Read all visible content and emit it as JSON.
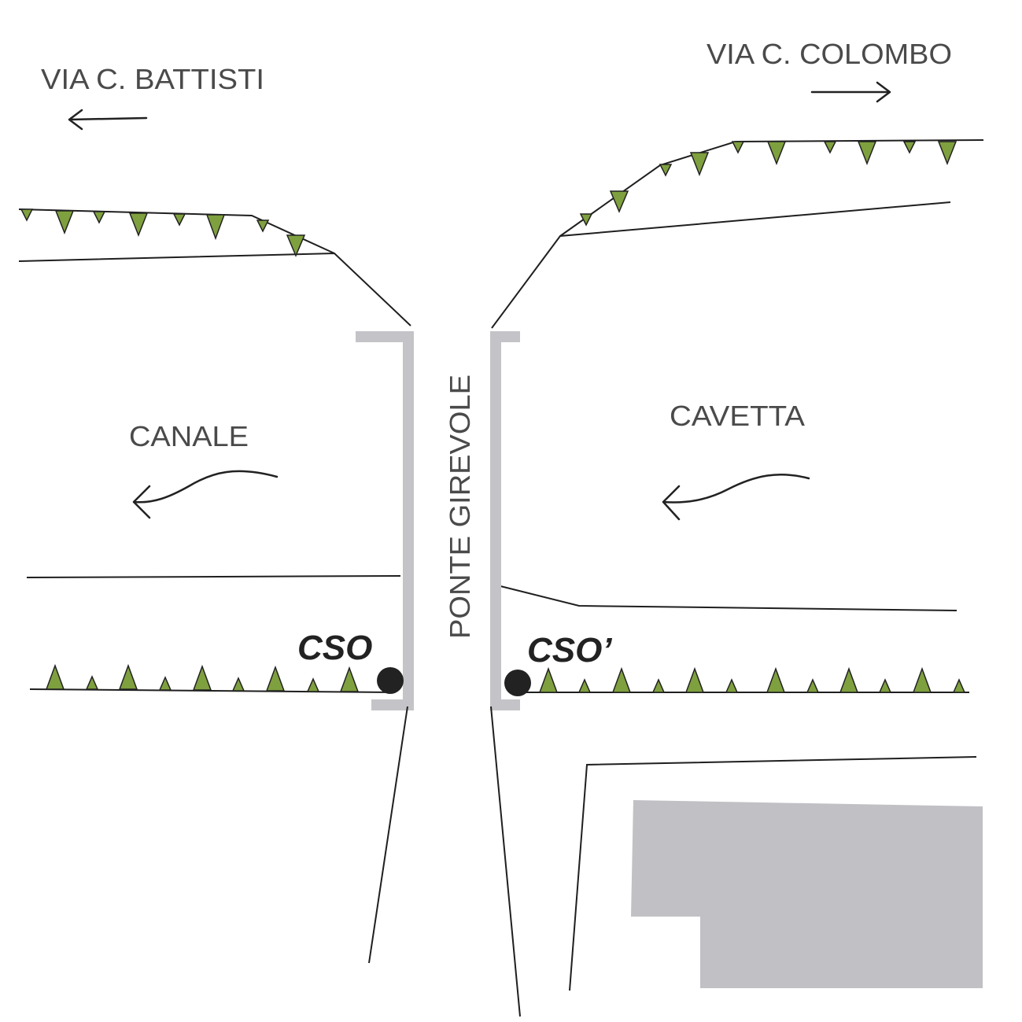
{
  "labels": {
    "via_battisti": "VIA C. BATTISTI",
    "via_colombo": "VIA C. COLOMBO",
    "canale": "CANALE",
    "cavetta": "CAVETTA",
    "ponte": "PONTE GIREVOLE",
    "cso_left": "CSO",
    "cso_right": "CSO’"
  },
  "colors": {
    "bank_green": "#7fa03e",
    "wall_gray": "#c4c4c8",
    "building_gray": "#c0c0c5",
    "line": "#1f1f1f",
    "dot": "#222222"
  }
}
